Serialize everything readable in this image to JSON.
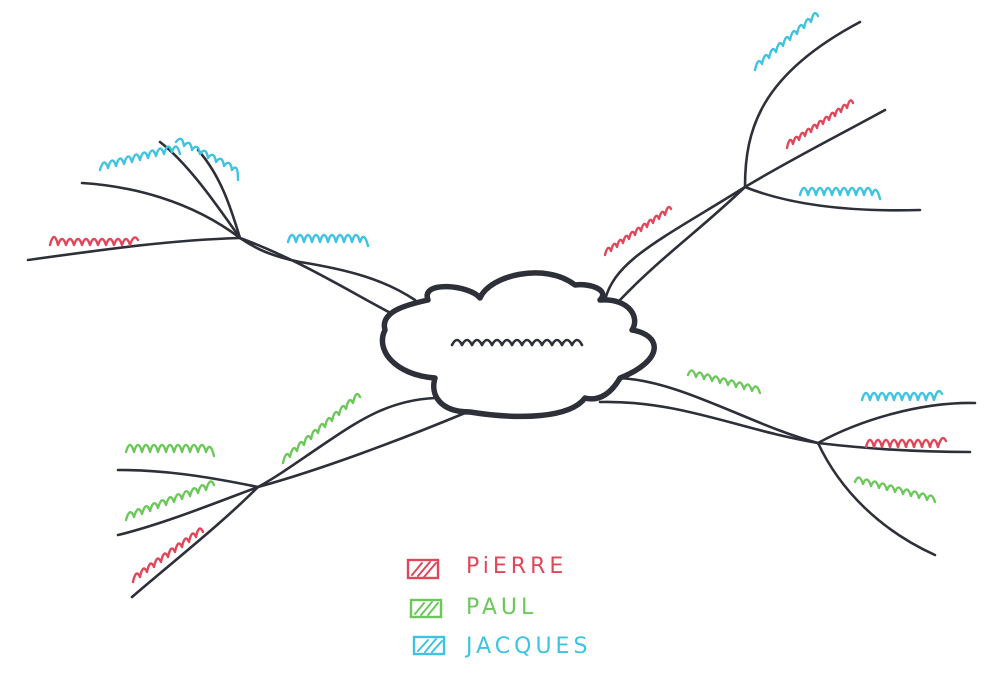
{
  "colors": {
    "ink": "#2d3038",
    "pierre": "#e0485a",
    "paul": "#6cc85a",
    "jacques": "#3cc4e0"
  },
  "legend": [
    {
      "label": "PiERRE",
      "color_key": "pierre"
    },
    {
      "label": "PAUL",
      "color_key": "paul"
    },
    {
      "label": "JACQUES",
      "color_key": "jacques"
    }
  ]
}
